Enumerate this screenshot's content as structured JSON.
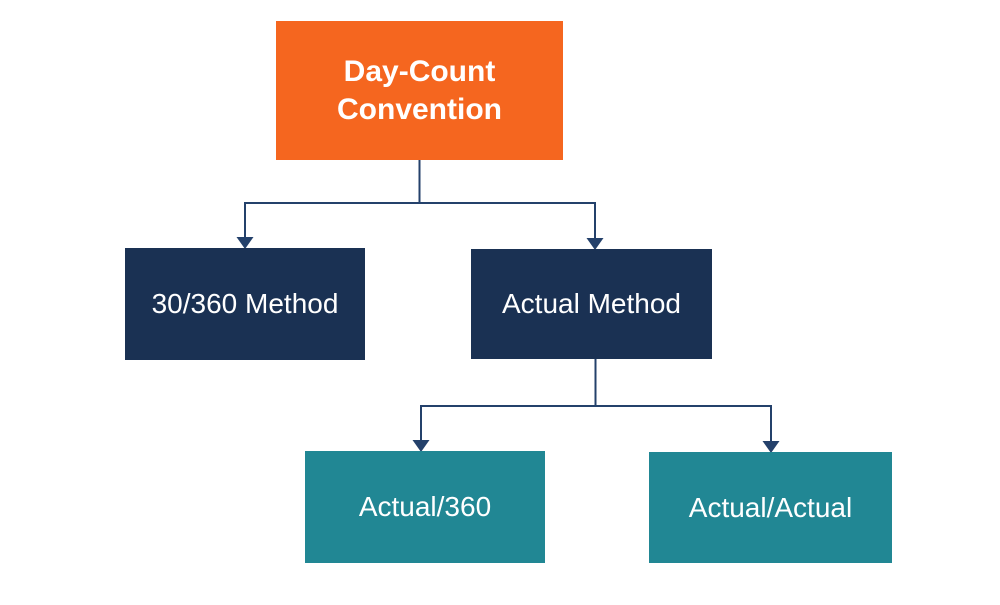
{
  "page": {
    "background_color": "#FFFFFF"
  },
  "diagram": {
    "type": "tree",
    "connector_color": "#24416B",
    "nodes": [
      {
        "id": "day-count-convention",
        "label": "Day-Count Convention",
        "level": 0,
        "fill": "#F5661F",
        "text_color": "#FFFFFF"
      },
      {
        "id": "30-360-method",
        "label": "30/360 Method",
        "level": 1,
        "fill": "#1A3153",
        "text_color": "#FFFFFF"
      },
      {
        "id": "actual-method",
        "label": "Actual Method",
        "level": 1,
        "fill": "#1A3153",
        "text_color": "#FFFFFF"
      },
      {
        "id": "actual-360",
        "label": "Actual/360",
        "level": 2,
        "fill": "#218794",
        "text_color": "#FFFFFF"
      },
      {
        "id": "actual-actual",
        "label": "Actual/Actual",
        "level": 2,
        "fill": "#218794",
        "text_color": "#FFFFFF"
      }
    ],
    "edges": [
      {
        "from": "day-count-convention",
        "to": "30-360-method"
      },
      {
        "from": "day-count-convention",
        "to": "actual-method"
      },
      {
        "from": "actual-method",
        "to": "actual-360"
      },
      {
        "from": "actual-method",
        "to": "actual-actual"
      }
    ]
  }
}
